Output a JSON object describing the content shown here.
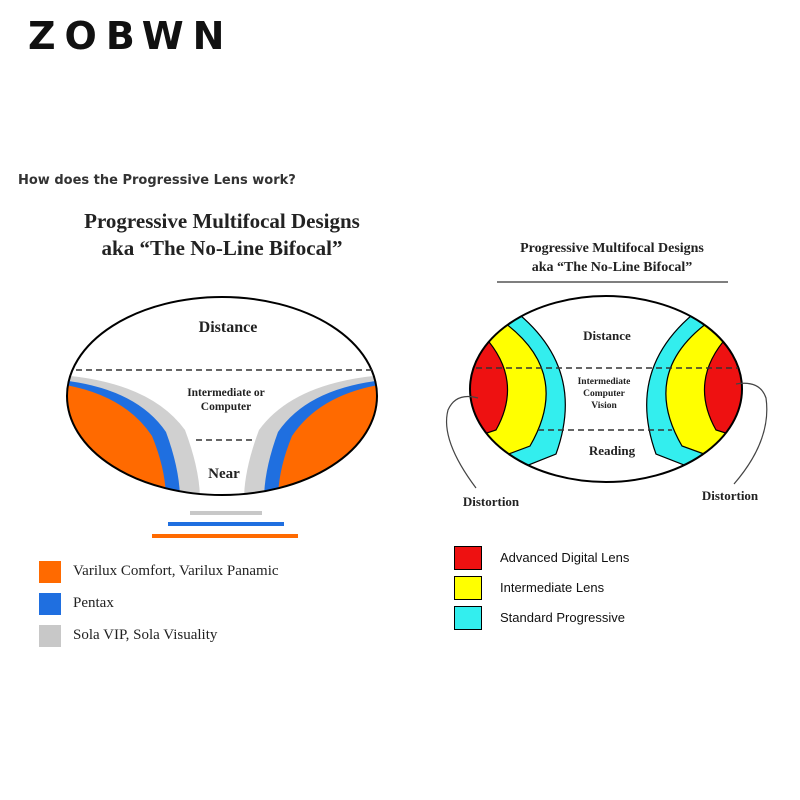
{
  "brand": {
    "logo_text": "ZOBWN"
  },
  "question": "How does the Progressive Lens work?",
  "left_diagram": {
    "title_line1": "Progressive Multifocal Designs",
    "title_line2": "aka “The No-Line Bifocal”",
    "zone_distance": "Distance",
    "zone_intermediate_line1": "Intermediate or",
    "zone_intermediate_line2": "Computer",
    "zone_near": "Near",
    "legend": [
      {
        "label": "Varilux Comfort, Varilux Panamic",
        "color": "#ff6a00"
      },
      {
        "label": "Pentax",
        "color": "#1f6fe0"
      },
      {
        "label": "Sola VIP, Sola Visuality",
        "color": "#c8c8c8"
      }
    ]
  },
  "right_diagram": {
    "title_line1": "Progressive Multifocal Designs",
    "title_line2": "aka “The No-Line Bifocal”",
    "zone_distance": "Distance",
    "zone_intermediate_line1": "Intermediate",
    "zone_intermediate_line2": "Computer",
    "zone_intermediate_line3": "Vision",
    "zone_reading": "Reading",
    "distortion_left": "Distortion",
    "distortion_right": "Distortion",
    "legend": [
      {
        "label": "Advanced Digital Lens",
        "color": "#ee1111"
      },
      {
        "label": "Intermediate Lens",
        "color": "#ffff00"
      },
      {
        "label": "Standard Progressive",
        "color": "#33eeee"
      }
    ]
  }
}
